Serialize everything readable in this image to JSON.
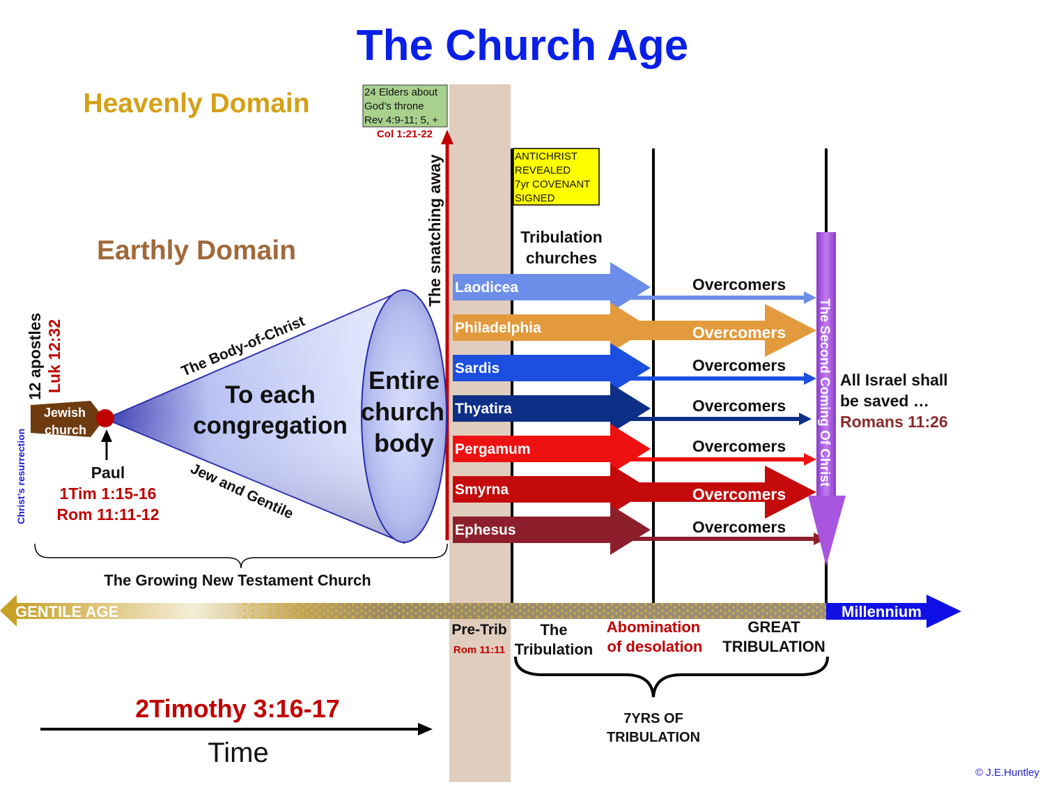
{
  "title": "The Church Age",
  "domains": {
    "heavenly": "Heavenly Domain",
    "earthly": "Earthly Domain"
  },
  "elders_box": {
    "lines": [
      "24 Elders about",
      "God’s throne",
      "Rev 4:9-11; 5, +"
    ],
    "ref": "Col 1:21-22"
  },
  "snatching_away": "The snatching away",
  "antichrist_box": {
    "lines": [
      "ANTICHRIST",
      "REVEALED",
      "7yr COVENANT",
      "SIGNED"
    ]
  },
  "tribulation_churches": [
    "Tribulation",
    "churches"
  ],
  "churches": [
    {
      "name": "Laodicea",
      "color": "#6C8EE8",
      "overcomers": "Overcomers",
      "wide": false
    },
    {
      "name": "Philadelphia",
      "color": "#E39A3C",
      "overcomers": "Overcomers",
      "wide": true
    },
    {
      "name": "Sardis",
      "color": "#1C4FE0",
      "overcomers": "Overcomers",
      "wide": false
    },
    {
      "name": "Thyatira",
      "color": "#0E2F86",
      "overcomers": "Overcomers",
      "wide": false
    },
    {
      "name": "Pergamum",
      "color": "#EE1111",
      "overcomers": "Overcomers",
      "wide": false
    },
    {
      "name": "Smyrna",
      "color": "#C40A0A",
      "overcomers": "Overcomers",
      "wide": true
    },
    {
      "name": "Ephesus",
      "color": "#8C1F2B",
      "overcomers": "Overcomers",
      "wide": false
    }
  ],
  "second_coming": "The Second Coming Of Christ",
  "israel": {
    "lines": [
      "All Israel shall",
      "be saved …"
    ],
    "ref": "Romans 11:26"
  },
  "apostles": {
    "label": "12 apostles",
    "ref": "Luk 12:32"
  },
  "jewish_church": [
    "Jewish",
    "church"
  ],
  "christs_resurrection": "Christ’s resurrection",
  "paul": {
    "name": "Paul",
    "refs": [
      "1Tim 1:15-16",
      "Rom 11:11-12"
    ]
  },
  "cone": {
    "top_label": "The Body-of-Christ",
    "bottom_label": "Jew and Gentile",
    "center": [
      "To each",
      "congregation"
    ],
    "end": [
      "Entire",
      "church",
      "body"
    ]
  },
  "growing_church": "The Growing New Testament Church",
  "gentile_age": "GENTILE AGE",
  "millennium": "Millennium",
  "pretrib": {
    "label": "Pre-Trib",
    "ref": "Rom 11:11"
  },
  "the_tribulation": [
    "The",
    "Tribulation"
  ],
  "abomination": [
    "Abomination",
    "of desolation"
  ],
  "great_tribulation": [
    "GREAT",
    "TRIBULATION"
  ],
  "seven_years": [
    "7YRS OF",
    "TRIBULATION"
  ],
  "timothy": "2Timothy 3:16-17",
  "time": "Time",
  "copyright": "© J.E.Huntley",
  "colors": {
    "title": "#0A1FE6",
    "heavenly": "#D4A017",
    "earthly": "#A0693A",
    "ref_red": "#C00000",
    "israel_ref": "#8B2A2A",
    "second_coming": "#B060E8",
    "millennium": "#1010E6",
    "gentile_gold": "#C8A026"
  }
}
